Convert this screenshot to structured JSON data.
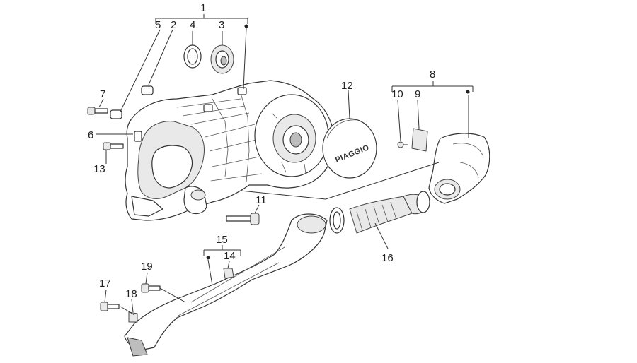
{
  "callouts": {
    "c1": "1",
    "c2": "2",
    "c3": "3",
    "c4": "4",
    "c5": "5",
    "c6": "6",
    "c7": "7",
    "c8": "8",
    "c9": "9",
    "c10": "10",
    "c11": "11",
    "c12": "12",
    "c13": "13",
    "c14": "14",
    "c15": "15",
    "c16": "16",
    "c17": "17",
    "c18": "18",
    "c19": "19"
  },
  "logo_text": "PIAGGIO"
}
